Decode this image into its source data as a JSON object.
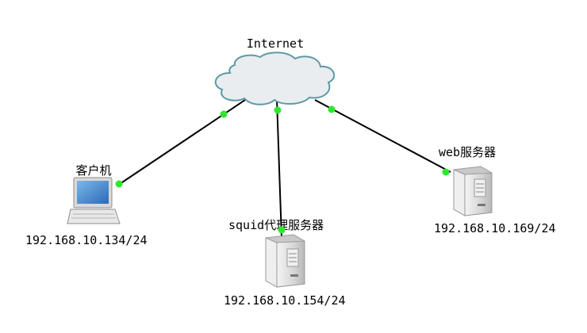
{
  "internet": {
    "label": "Internet"
  },
  "client": {
    "label": "客户机",
    "ip": "192.168.10.134/24"
  },
  "proxy": {
    "label": "squid代理服务器",
    "ip": "192.168.10.154/24"
  },
  "web": {
    "label": "web服务器",
    "ip": "192.168.10.169/24"
  },
  "colors": {
    "cloud_fill": "#e9edf0",
    "cloud_stroke": "#5e9aa6",
    "link": "#000000",
    "port_dot": "#2ee82e"
  }
}
